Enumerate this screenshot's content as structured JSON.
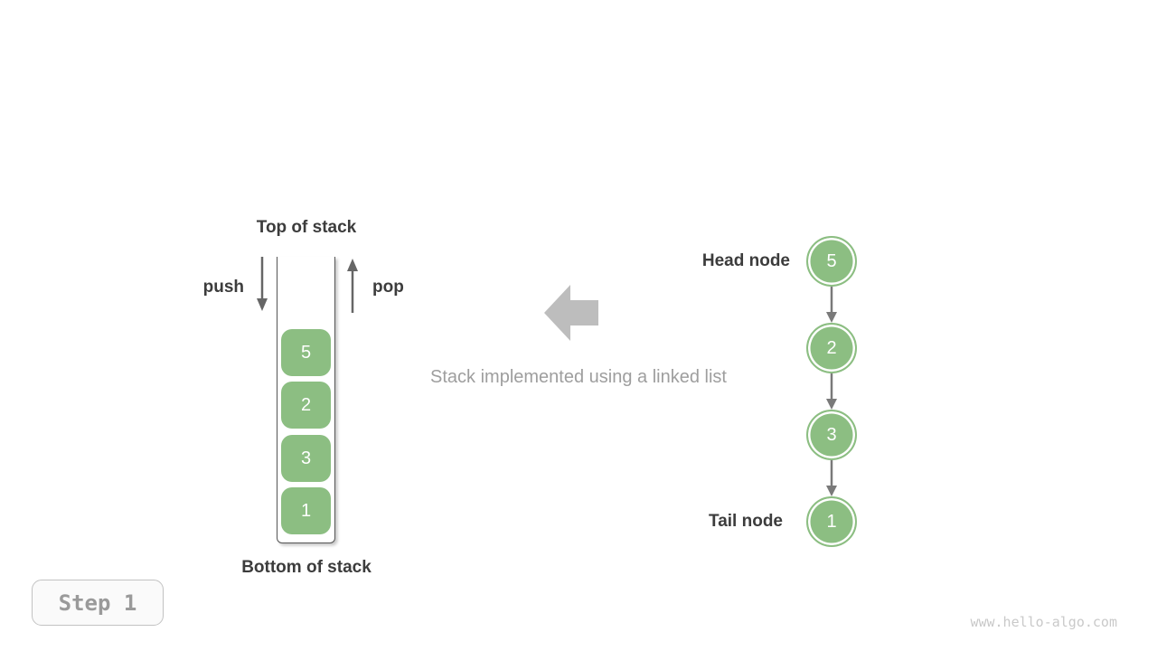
{
  "colors": {
    "node_green": "#8cbe82",
    "dark_text": "#3c3c3c",
    "caption_gray": "#9e9e9e",
    "block_arrow_gray": "#bdbdbd",
    "connector_gray": "#7a7a7a",
    "container_border": "#555555",
    "badge_text_gray": "#9a9a9a",
    "watermark_gray": "#c9c9c9"
  },
  "stack": {
    "top_label": "Top of stack",
    "bottom_label": "Bottom of stack",
    "push_label": "push",
    "pop_label": "pop",
    "values": [
      "5",
      "2",
      "3",
      "1"
    ]
  },
  "caption": {
    "text": "Stack implemented using a linked list"
  },
  "linked_list": {
    "head_label": "Head node",
    "tail_label": "Tail node",
    "nodes": [
      "5",
      "2",
      "3",
      "1"
    ]
  },
  "footer": {
    "step_label": "Step 1",
    "watermark": "www.hello-algo.com"
  }
}
